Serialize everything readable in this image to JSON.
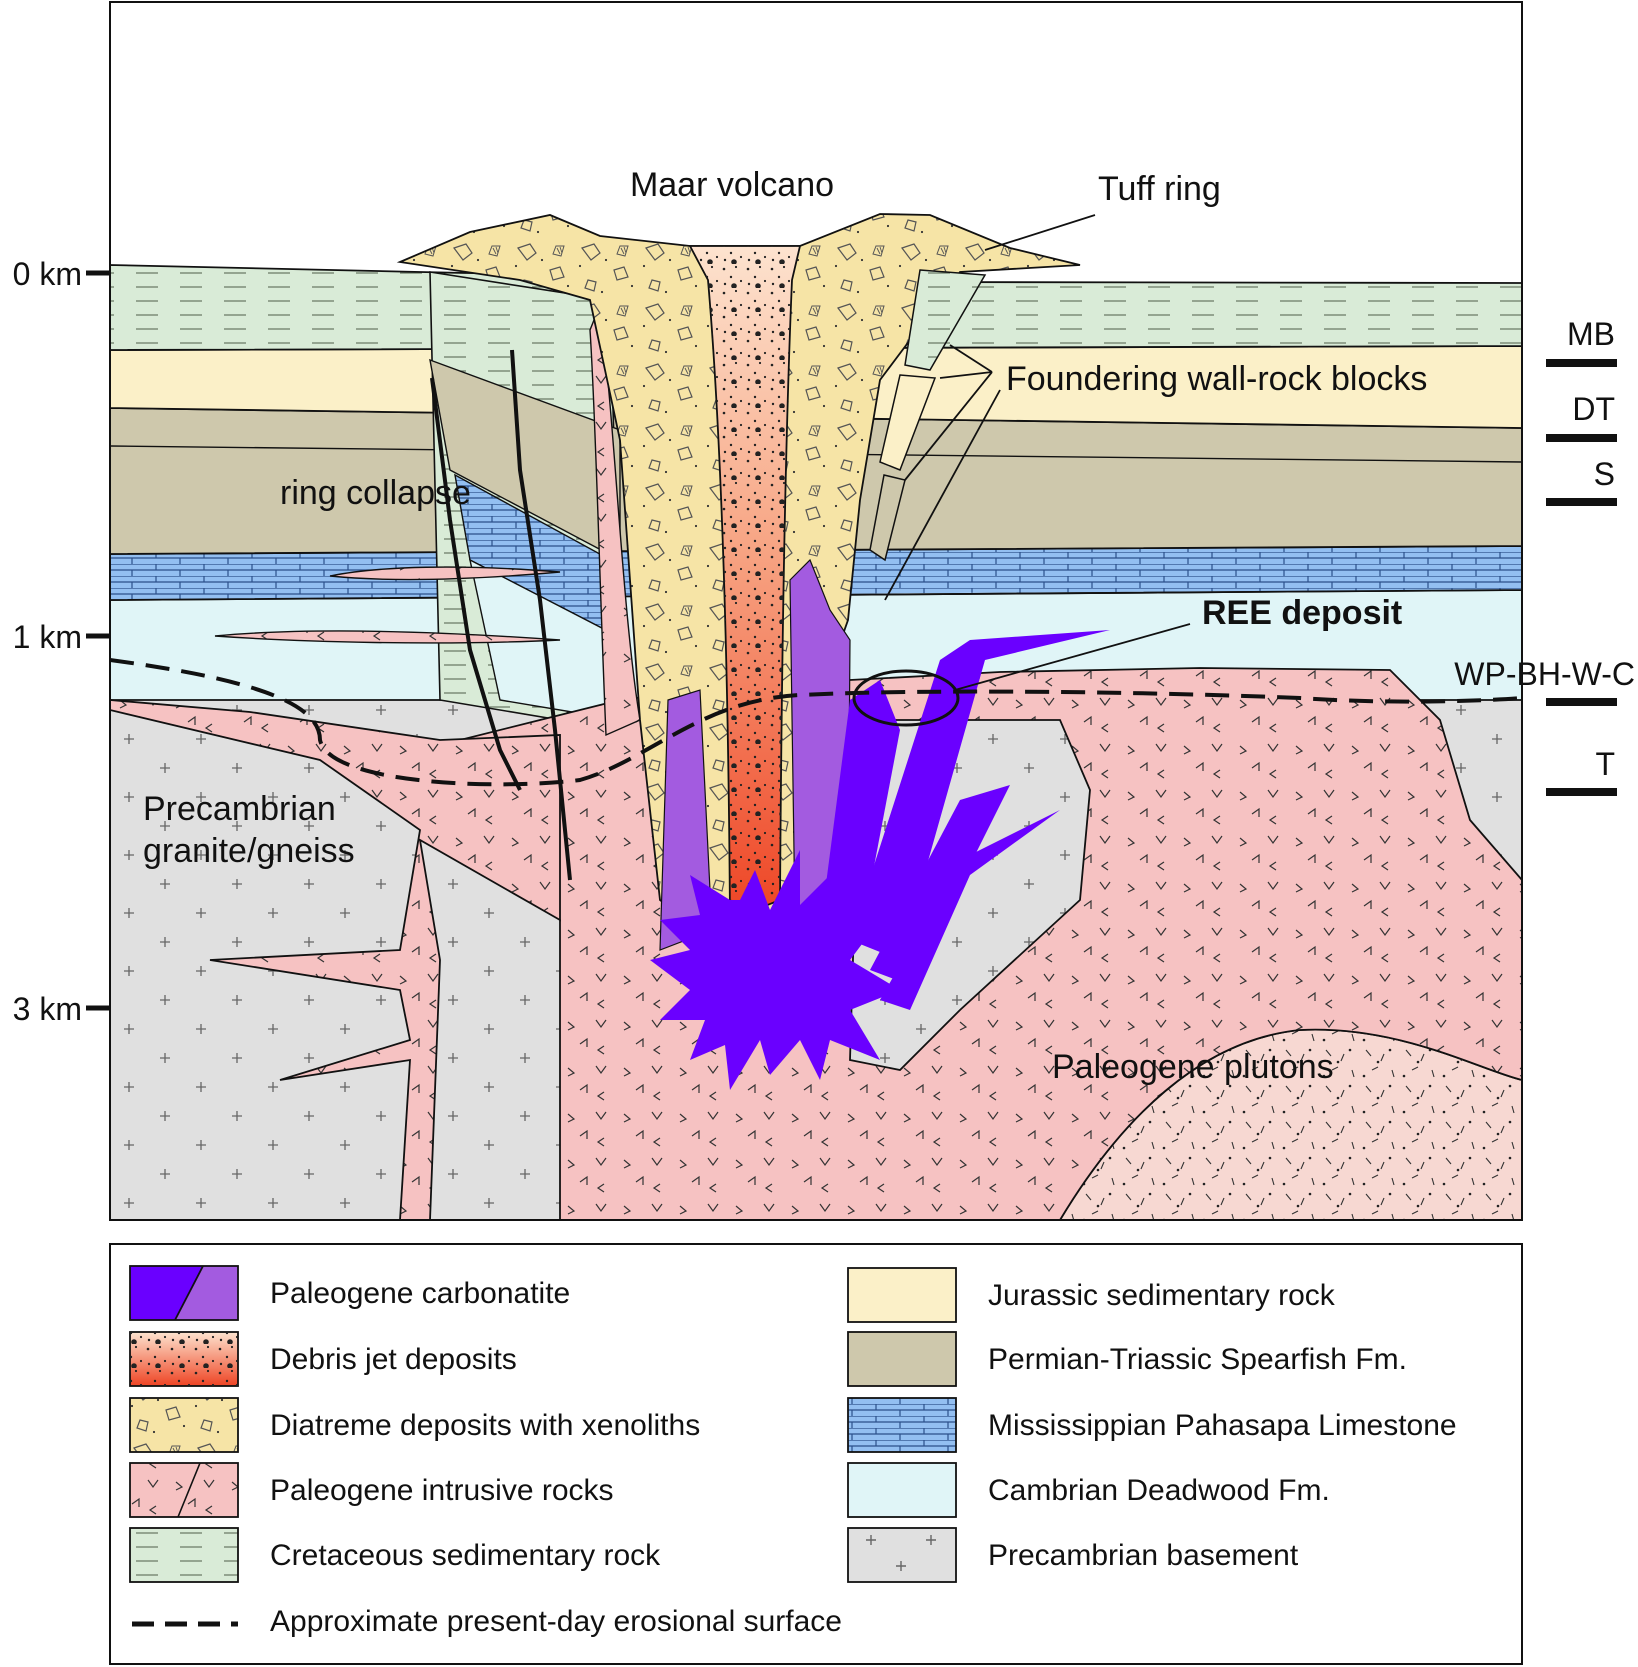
{
  "labels": {
    "maar_volcano": "Maar volcano",
    "tuff_ring": "Tuff ring",
    "foundering_blocks": "Foundering wall-rock blocks",
    "ring_collapse": "ring collapse",
    "ree_deposit": "REE deposit",
    "precambrian_line1": "Precambrian",
    "precambrian_line2": "granite/gneiss",
    "paleogene_plutons": "Paleogene plutons"
  },
  "depth_scale": {
    "ticks": [
      "0 km",
      "1 km",
      "3 km"
    ]
  },
  "formation_codes": [
    "MB",
    "DT",
    "S",
    "WP-BH-W-C",
    "T"
  ],
  "legend": {
    "left": [
      "Paleogene carbonatite",
      "Debris jet deposits",
      "Diatreme deposits with xenoliths",
      "Paleogene intrusive rocks",
      "Cretaceous sedimentary rock",
      "Approximate present-day erosional surface"
    ],
    "right": [
      "Jurassic sedimentary rock",
      "Permian-Triassic Spearfish Fm.",
      "Mississippian Pahasapa Limestone",
      "Cambrian Deadwood Fm.",
      "Precambrian basement"
    ]
  },
  "colors": {
    "carbonatite_dark": "#6a00ff",
    "carbonatite_light": "#a35be0",
    "debris_jet_top": "#fde3cf",
    "debris_jet_bottom": "#ee4424",
    "diatreme": "#f6e4a6",
    "intrusive": "#f6c2c2",
    "cretaceous": "#d9ebd7",
    "jurassic": "#fbf0c8",
    "spearfish": "#cec8ac",
    "pahasapa": "#93bff1",
    "deadwood": "#e0f5f7",
    "basement": "#e0e0e0",
    "pluton_lower": "#f7d8d2"
  }
}
